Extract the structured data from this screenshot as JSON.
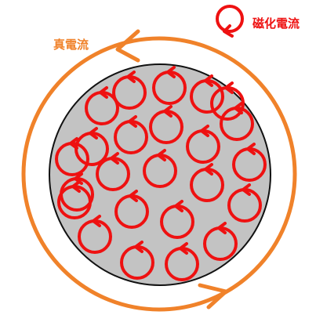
{
  "labels": {
    "true_current": "真電流",
    "magnetization_current": "磁化電流"
  },
  "colors": {
    "true_current": "#f0822a",
    "magnetization_current": "#ee1111",
    "material_fill": "#c3c3c3",
    "material_edge": "#111111"
  },
  "icons": {
    "legend": "magnetization-current-loop-icon",
    "loops": "magnetization-current-loop-icon",
    "outer": "true-current-loop-icon"
  },
  "loop_count": 24
}
